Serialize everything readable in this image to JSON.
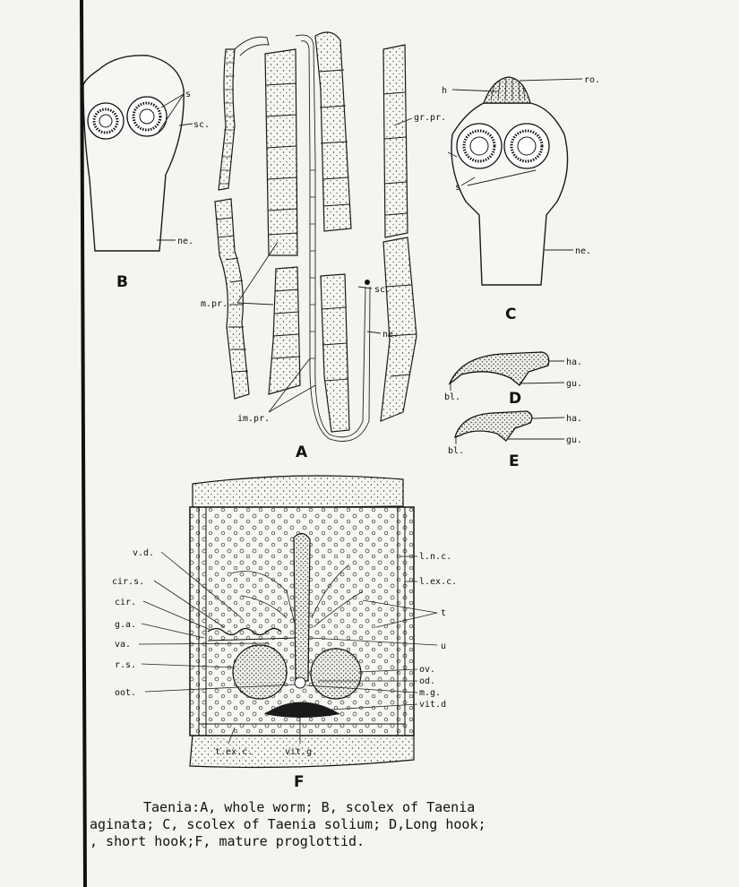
{
  "figure": {
    "panels": {
      "A": "A",
      "B": "B",
      "C": "C",
      "D": "D",
      "E": "E",
      "F": "F"
    },
    "labels_A": {
      "gr_pr": "gr.pr.",
      "m_pr": "m.pr.",
      "im_pr": "im.pr.",
      "sc": "sc.",
      "ne": "ne."
    },
    "labels_B": {
      "s": "s",
      "sc": "sc.",
      "ne": "ne."
    },
    "labels_C": {
      "h": "h",
      "ro": "ro.",
      "s": "s",
      "ne": "ne."
    },
    "labels_D": {
      "ha": "ha.",
      "gu": "gu.",
      "bl": "bl."
    },
    "labels_E": {
      "ha": "ha.",
      "gu": "gu.",
      "bl": "bl."
    },
    "labels_F_left": [
      "v.d.",
      "cir.s.",
      "cir.",
      "g.a.",
      "va.",
      "r.s.",
      "oot."
    ],
    "labels_F_right": [
      "l.n.c.",
      "l.ex.c.",
      "t",
      "u",
      "ov.",
      "od.",
      "m.g.",
      "vit.d"
    ],
    "labels_F_bottom": [
      "t.ex.c.",
      "vit.g."
    ],
    "caption": [
      "Taenia:A, whole worm; B, scolex of Taenia",
      "aginata; C, scolex of Taenia solium; D,Long hook;",
      ", short hook;F, mature proglottid."
    ]
  }
}
